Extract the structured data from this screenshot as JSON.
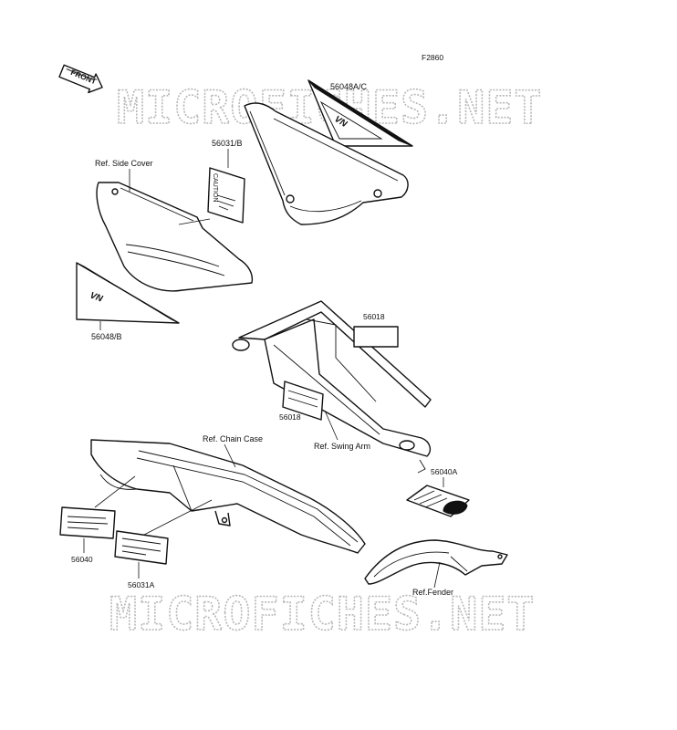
{
  "figure_code": "F2860",
  "front_label": "FRONT",
  "watermark": "MICROFICHES.NET",
  "labels": {
    "p56048ac": "56048A/C",
    "p56031b": "56031/B",
    "ref_side_cover": "Ref. Side Cover",
    "p56048b": "56048/B",
    "p56018_top": "56018",
    "p56018_bottom": "56018",
    "ref_swing_arm": "Ref. Swing Arm",
    "p56040a": "56040A",
    "ref_chain_case": "Ref. Chain Case",
    "p56040": "56040",
    "p56031a": "56031A",
    "ref_fender": "Ref.Fender"
  },
  "decal_text": {
    "vulcan_left": "VN",
    "vulcan_right": "VN",
    "caution": "CAUTION"
  }
}
